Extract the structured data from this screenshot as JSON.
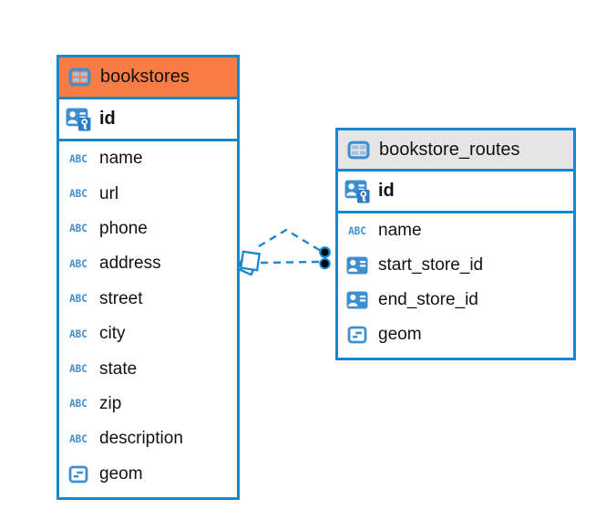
{
  "colors": {
    "canvas_bg": "#ffffff",
    "table_border": "#1787ce",
    "bookstores_header": "#f87c45",
    "routes_header": "#e5e5e5",
    "icon_blue": "#3e8fd0",
    "icon_blue_dark": "#2b7cc4",
    "icon_cell_blue": "#9dc4e8",
    "text": "#121212",
    "relation_line": "#1787ce",
    "relation_dot": "#000000"
  },
  "icons": {
    "text_type_glyph": "ABC"
  },
  "tables": [
    {
      "name": "bookstores",
      "primary_key": {
        "label": "id"
      },
      "columns": [
        {
          "label": "name",
          "type": "text"
        },
        {
          "label": "url",
          "type": "text"
        },
        {
          "label": "phone",
          "type": "text"
        },
        {
          "label": "address",
          "type": "text"
        },
        {
          "label": "street",
          "type": "text"
        },
        {
          "label": "city",
          "type": "text"
        },
        {
          "label": "state",
          "type": "text"
        },
        {
          "label": "zip",
          "type": "text"
        },
        {
          "label": "description",
          "type": "text"
        },
        {
          "label": "geom",
          "type": "geometry"
        }
      ]
    },
    {
      "name": "bookstore_routes",
      "primary_key": {
        "label": "id"
      },
      "columns": [
        {
          "label": "name",
          "type": "text"
        },
        {
          "label": "start_store_id",
          "type": "foreign-key"
        },
        {
          "label": "end_store_id",
          "type": "foreign-key"
        },
        {
          "label": "geom",
          "type": "geometry"
        }
      ]
    }
  ],
  "relationships": {
    "style": "dashed",
    "color": "#1787ce",
    "source_marker": "diamond",
    "target_marker": "filled-circle",
    "line_count": 2
  }
}
